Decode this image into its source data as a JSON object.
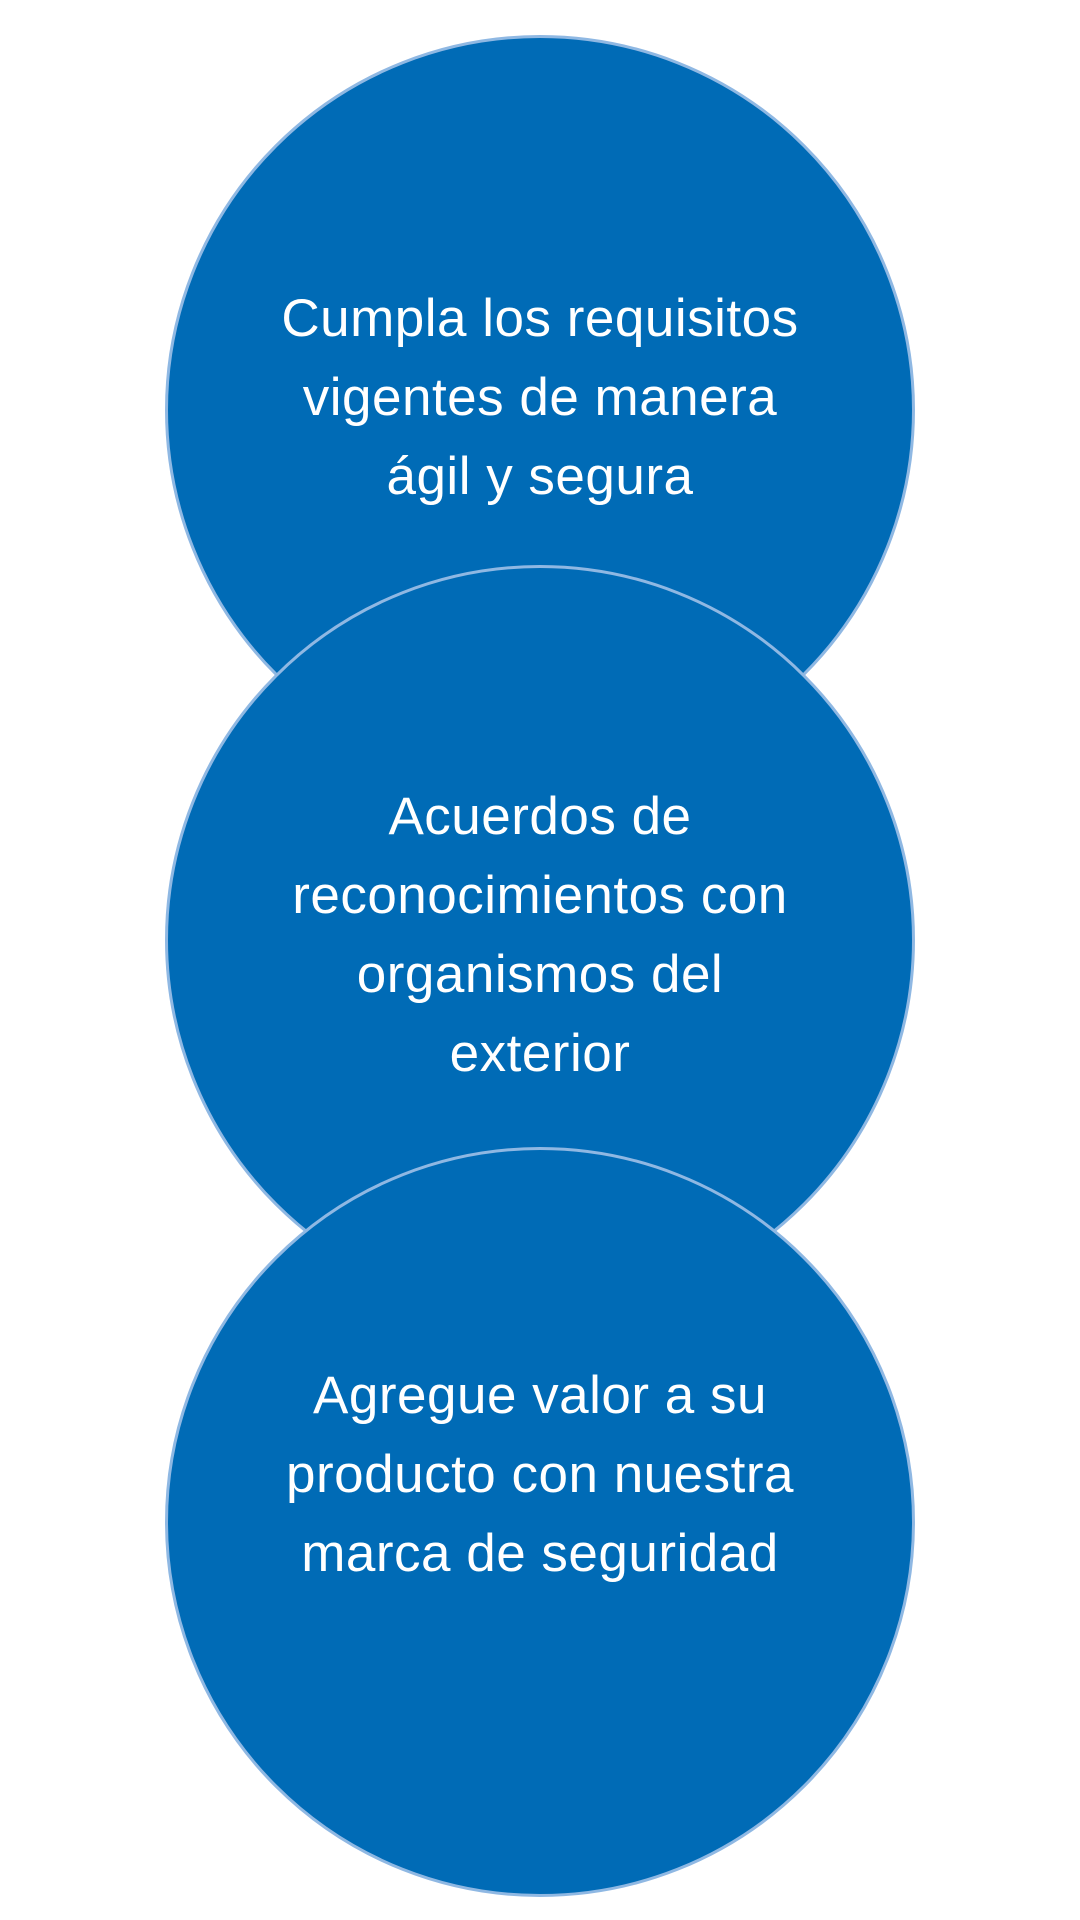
{
  "diagram": {
    "fill_color": "#006bb6",
    "outline_color": "#8fb8e3",
    "background_color": "#ffffff",
    "circles": [
      {
        "text": "Cumpla los requisitos\nvigentes de manera\nágil y segura"
      },
      {
        "text": "Acuerdos de\nreconocimientos con\norganismos del\nexterior"
      },
      {
        "text": "Agregue valor a su\nproducto con nuestra\nmarca de seguridad"
      }
    ]
  }
}
